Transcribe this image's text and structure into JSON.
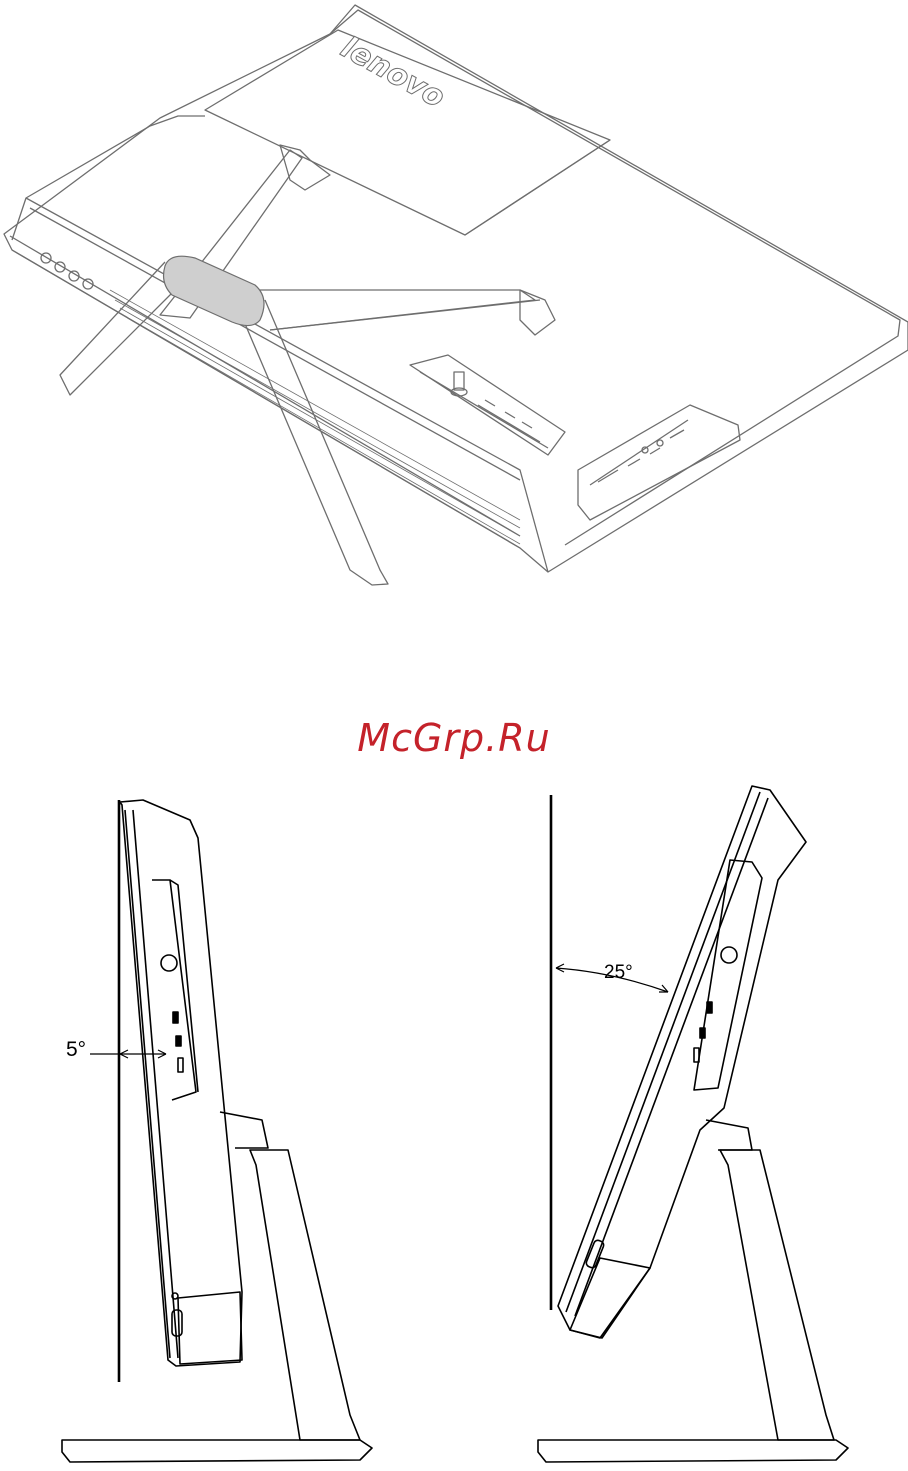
{
  "figure": {
    "brand_logo": "lenovo",
    "watermark": "McGrp.Ru",
    "tilt_views": [
      {
        "angle_label": "5°",
        "tilt_degrees": 5
      },
      {
        "angle_label": "25°",
        "tilt_degrees": 25
      }
    ]
  },
  "colors": {
    "line": "#000000",
    "light_line": "#6e6e6e",
    "grip_fill": "#cfcfcf",
    "watermark": "#c4222a"
  }
}
